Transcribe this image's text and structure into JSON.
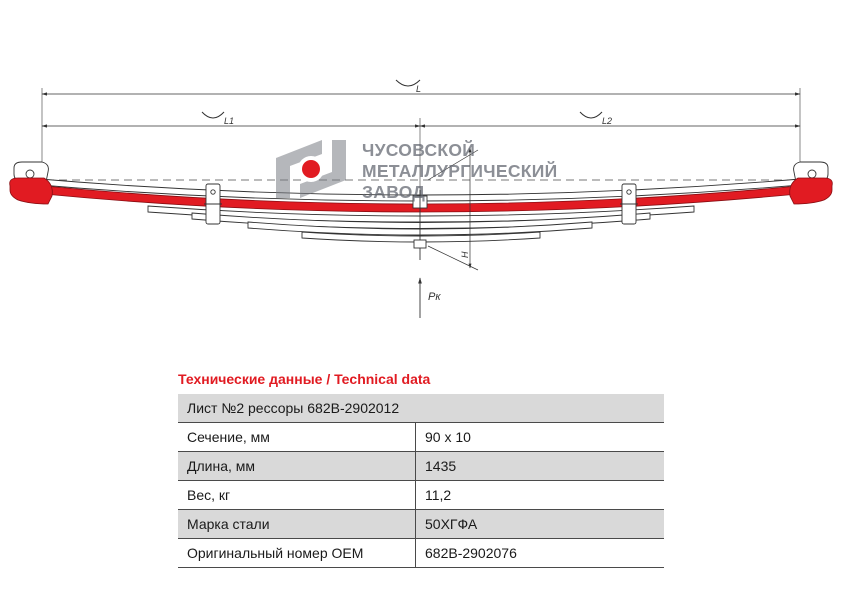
{
  "drawing": {
    "dim_total": "L",
    "dim_left": "L1",
    "dim_right": "L2",
    "height_label": "H",
    "force_label": "Pк"
  },
  "logo": {
    "line1": "ЧУСОВСКОЙ",
    "line2": "МЕТАЛЛУРГИЧЕСКИЙ",
    "line3": "ЗАВОД"
  },
  "colors": {
    "accent": "#e11b22",
    "row_shade": "#d9d9d9",
    "line": "#4a4a4a"
  },
  "table": {
    "title": "Технические данные / Technical data",
    "header": "Лист №2 рессоры 682В-2902012",
    "rows": [
      {
        "label": "Сечение, мм",
        "value": "90 x 10"
      },
      {
        "label": "Длина, мм",
        "value": "1435"
      },
      {
        "label": "Вес, кг",
        "value": "11,2"
      },
      {
        "label": "Марка стали",
        "value": "50ХГФА"
      },
      {
        "label": "Оригинальный номер OEM",
        "value": "682В-2902076"
      }
    ]
  }
}
